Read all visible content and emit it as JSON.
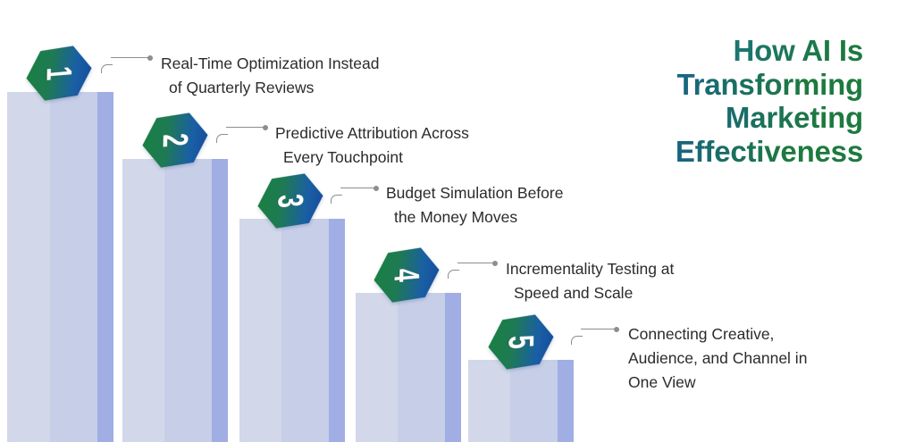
{
  "title": {
    "lines": [
      "How AI Is",
      "Transforming",
      "Marketing",
      "Effectiveness"
    ],
    "color_start": "#1558b0",
    "color_end": "#1d7a3e"
  },
  "theme": {
    "bar_left_face": "#d2d7ea",
    "bar_front_face": "#c6cee8",
    "bar_right_face": "#a0aee4",
    "bar_top_face": "#ffffff",
    "badge_gradient_start": "#17813f",
    "badge_gradient_end": "#14489b",
    "connector_color": "#8d8d93",
    "label_color": "#2b2b2e",
    "background": "#ffffff"
  },
  "steps": [
    {
      "number": "1",
      "label_lines": [
        "Real-Time Optimization Instead",
        "of Quarterly Reviews"
      ]
    },
    {
      "number": "2",
      "label_lines": [
        "Predictive Attribution Across",
        "Every Touchpoint"
      ]
    },
    {
      "number": "3",
      "label_lines": [
        "Budget Simulation Before",
        "the Money Moves"
      ]
    },
    {
      "number": "4",
      "label_lines": [
        "Incrementality Testing at",
        "Speed and Scale"
      ]
    },
    {
      "number": "5",
      "label_lines": [
        "Connecting Creative,",
        "Audience, and Channel in",
        "One View"
      ]
    }
  ],
  "chart_data": {
    "type": "bar",
    "title": "How AI Is Transforming Marketing Effectiveness",
    "categories": [
      "1",
      "2",
      "3",
      "4",
      "5"
    ],
    "values": [
      400,
      325,
      258,
      175,
      100
    ],
    "value_unit": "pixel-height (descending staircase)",
    "xlabel": "",
    "ylabel": "",
    "grid": false,
    "legend": false,
    "annotations": [
      "Real-Time Optimization Instead of Quarterly Reviews",
      "Predictive Attribution Across Every Touchpoint",
      "Budget Simulation Before the Money Moves",
      "Incrementality Testing at Speed and Scale",
      "Connecting Creative, Audience, and Channel in One View"
    ]
  }
}
